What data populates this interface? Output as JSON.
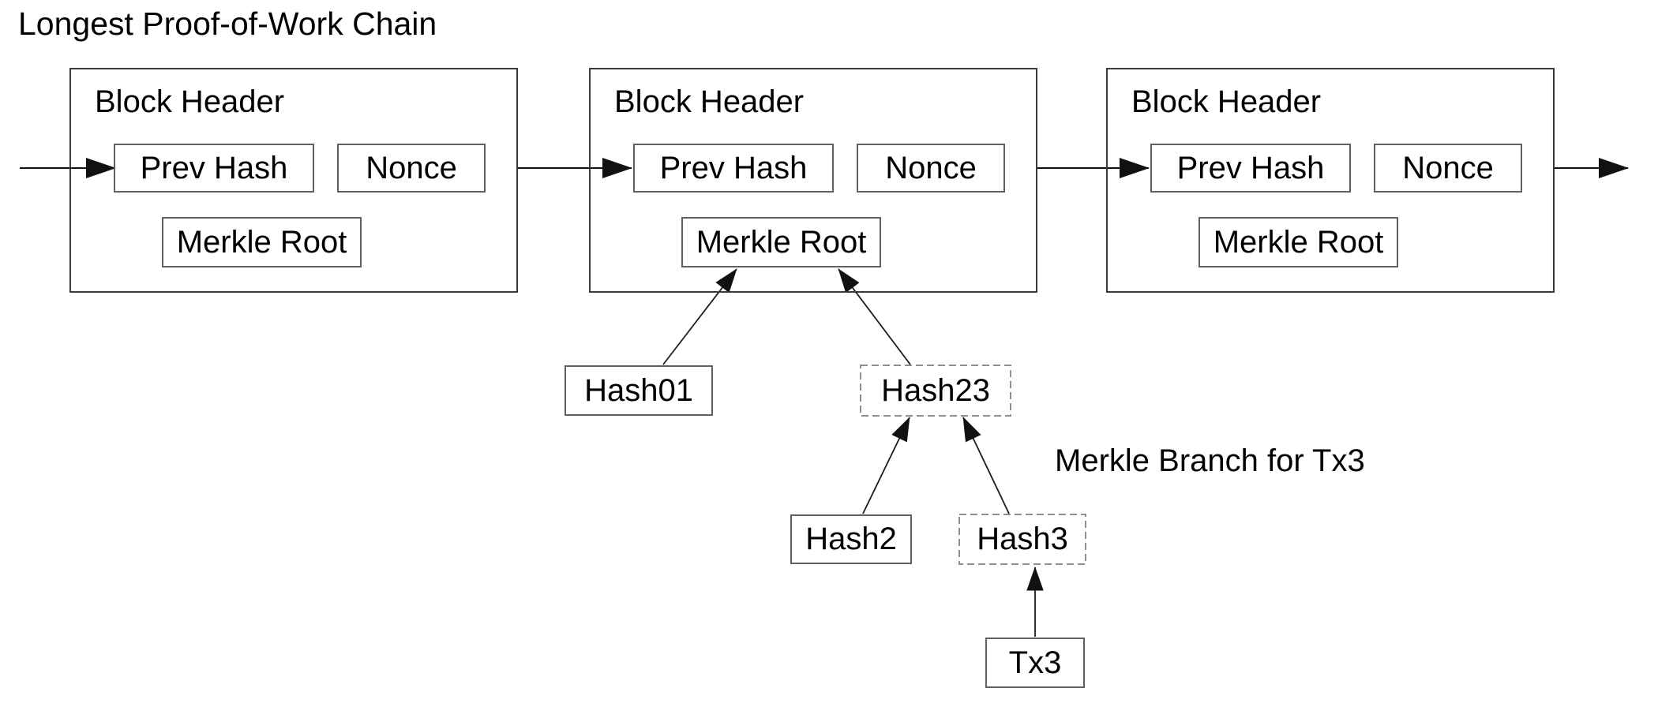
{
  "title": "Longest Proof-of-Work Chain",
  "annotation": "Merkle Branch for Tx3",
  "blocks": [
    {
      "header": "Block Header",
      "prev_hash": "Prev Hash",
      "nonce": "Nonce",
      "merkle_root": "Merkle Root"
    },
    {
      "header": "Block Header",
      "prev_hash": "Prev Hash",
      "nonce": "Nonce",
      "merkle_root": "Merkle Root"
    },
    {
      "header": "Block Header",
      "prev_hash": "Prev Hash",
      "nonce": "Nonce",
      "merkle_root": "Merkle Root"
    }
  ],
  "merkle_tree": {
    "hash01": "Hash01",
    "hash23": "Hash23",
    "hash2": "Hash2",
    "hash3": "Hash3",
    "tx3": "Tx3"
  },
  "colors": {
    "background": "#ffffff",
    "text": "#000000",
    "line": "#111111",
    "block_border": "#3a3a3a",
    "box_border": "#5f5f5f",
    "dashed_border": "#8f8f8f"
  }
}
